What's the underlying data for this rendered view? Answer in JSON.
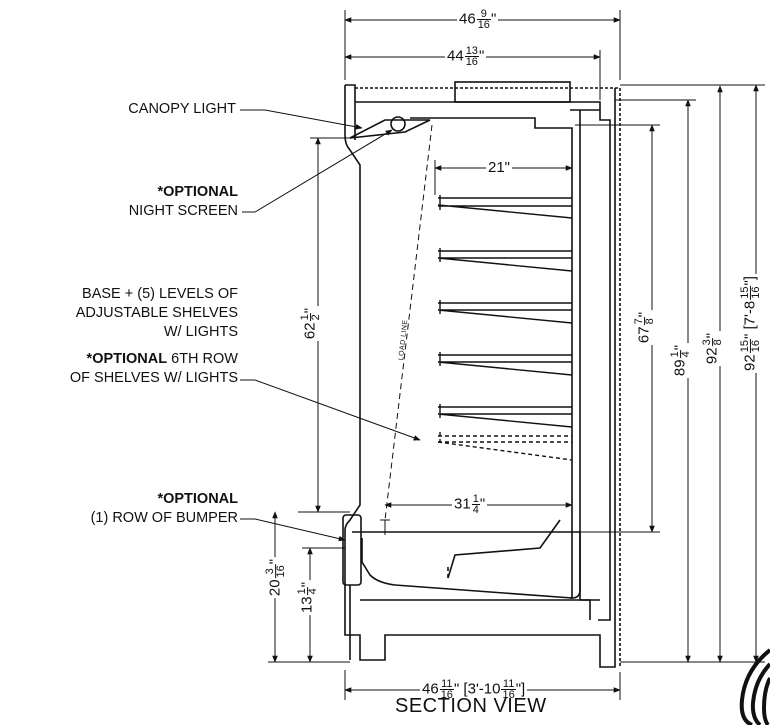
{
  "title": "SECTION VIEW",
  "load_line": "LOAD LINE",
  "callouts": {
    "canopy_light": "CANOPY LIGHT",
    "night_screen_opt": "*OPTIONAL",
    "night_screen": "NIGHT SCREEN",
    "shelves_1": "BASE + (5) LEVELS OF",
    "shelves_2": "ADJUSTABLE SHELVES",
    "shelves_3": "W/ LIGHTS",
    "sixth_opt": "*OPTIONAL",
    "sixth_1": " 6TH ROW",
    "sixth_2": "OF SHELVES W/ LIGHTS",
    "bumper_opt": "*OPTIONAL",
    "bumper": "(1) ROW OF BUMPER"
  },
  "dims": {
    "overall_width": {
      "whole": "46",
      "num": "9",
      "den": "16",
      "suffix": "\""
    },
    "inner_width": {
      "whole": "44",
      "num": "13",
      "den": "16",
      "suffix": "\""
    },
    "shelf_depth": {
      "text": "21\""
    },
    "base_depth": {
      "whole": "31",
      "num": "1",
      "den": "4",
      "suffix": "\""
    },
    "bottom_width": {
      "whole": "46",
      "num": "11",
      "den": "16",
      "suffix": "\" [3'-10",
      "num2": "11",
      "den2": "16",
      "suffix2": "\"]"
    },
    "display_height": {
      "whole": "62",
      "num": "1",
      "den": "2",
      "suffix": "\""
    },
    "shelf_height": {
      "whole": "67",
      "num": "7",
      "den": "8",
      "suffix": "\""
    },
    "h_89": {
      "whole": "89",
      "num": "1",
      "den": "4",
      "suffix": "\""
    },
    "h_92": {
      "whole": "92",
      "num": "3",
      "den": "8",
      "suffix": "\""
    },
    "h_overall": {
      "whole": "92",
      "num": "15",
      "den": "16",
      "suffix": "\" [7'-8",
      "num2": "15",
      "den2": "16",
      "suffix2": "\"]"
    },
    "h_20": {
      "whole": "20",
      "num": "3",
      "den": "16",
      "suffix": "\""
    },
    "h_13": {
      "whole": "13",
      "num": "1",
      "den": "4",
      "suffix": "\""
    }
  }
}
